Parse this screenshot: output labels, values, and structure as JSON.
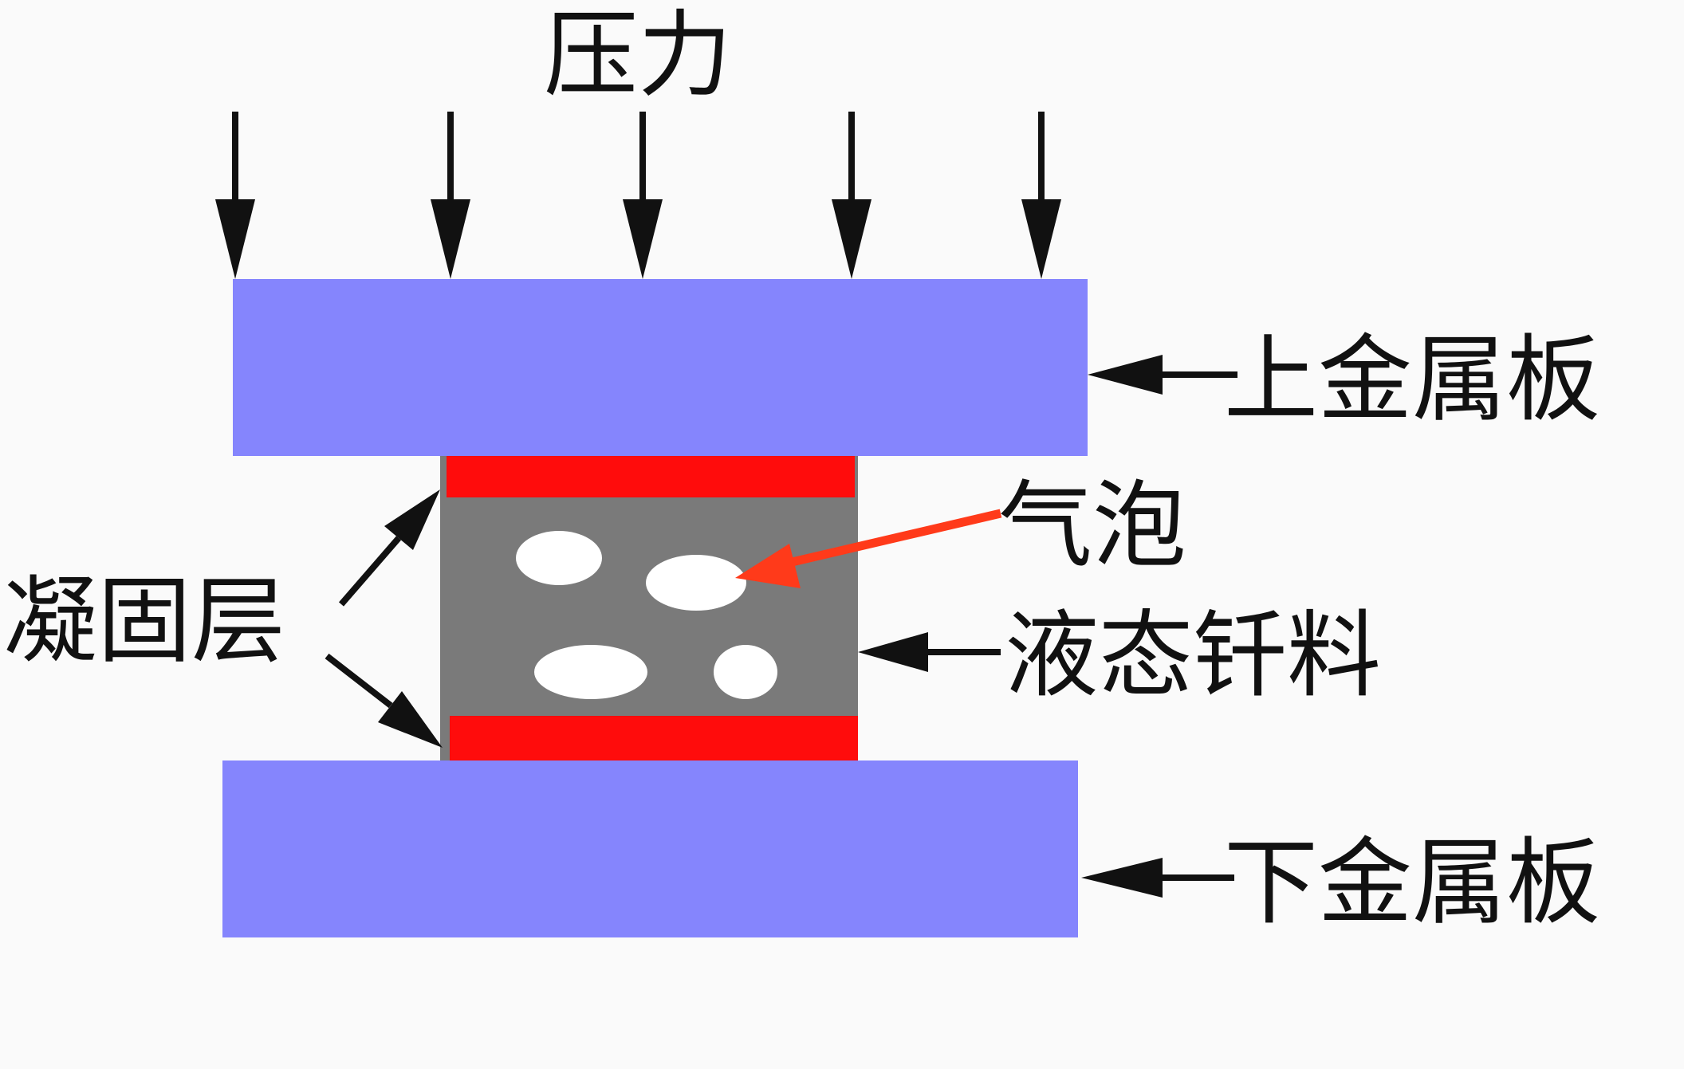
{
  "labels": {
    "pressure": "压力",
    "upper_plate": "上金属板",
    "lower_plate": "下金属板",
    "solidified_layer": "凝固层",
    "bubble": "气泡",
    "liquid_solder": "液态钎料"
  },
  "colors": {
    "background": "#fafafa",
    "metal_plate": "#8585fd",
    "liquid_solder": "#7a7a7a",
    "solidified_layer": "#ff0c0c",
    "bubble": "#ffffff",
    "bubble_pointer": "#ff3a1a",
    "arrow": "#111111",
    "text": "#111111"
  },
  "pressure_arrow_count": 5,
  "bubble_count": 4
}
